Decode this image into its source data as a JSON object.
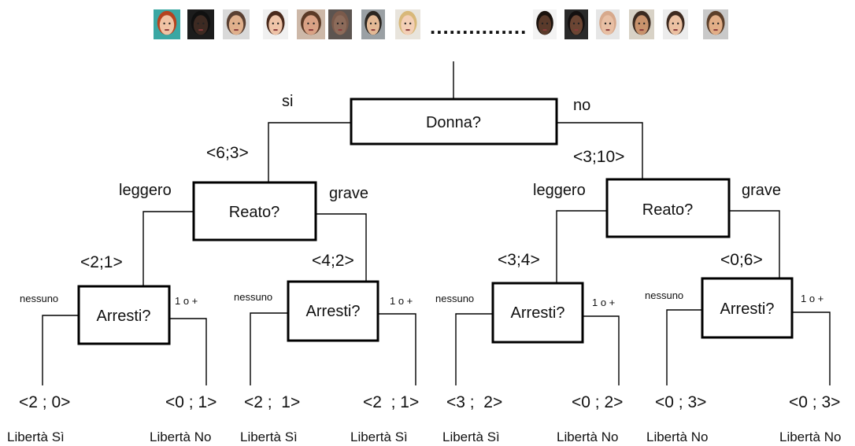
{
  "people_row": {
    "left_faces": [
      {
        "icon": "face-photo-red-hair-woman",
        "bg": "#3aa7a3",
        "skin": "#f0c3a4",
        "hair": "#b5431f"
      },
      {
        "icon": "face-photo-dark-man",
        "bg": "#1c1c1c",
        "skin": "#3d2a22",
        "hair": "#101010"
      },
      {
        "icon": "face-photo-bearded-man",
        "bg": "#d9d9d9",
        "skin": "#e0b08c",
        "hair": "#5a4032"
      },
      {
        "icon": "face-photo-brunette-woman",
        "bg": "#f0f0f0",
        "skin": "#efc4a8",
        "hair": "#4a2a1c"
      },
      {
        "icon": "face-photo-smiling-woman",
        "bg": "#cdb8a8",
        "skin": "#d9a184",
        "hair": "#5b3a26"
      },
      {
        "icon": "face-photo-bald-man",
        "bg": "#5c5450",
        "skin": "#8c6b5a",
        "hair": "#7a5a4b"
      },
      {
        "icon": "face-photo-dark-hair-man",
        "bg": "#9aa0a4",
        "skin": "#e3b995",
        "hair": "#2b2621"
      },
      {
        "icon": "face-photo-blonde-woman",
        "bg": "#e8e4dc",
        "skin": "#f3cfb6",
        "hair": "#d8b879"
      }
    ],
    "dots": "...............",
    "right_faces": [
      {
        "icon": "face-photo-curly-woman",
        "bg": "#f3f3f3",
        "skin": "#5a3a2a",
        "hair": "#1a120d"
      },
      {
        "icon": "face-photo-young-man",
        "bg": "#2a2a2a",
        "skin": "#6b4533",
        "hair": "#141010"
      },
      {
        "icon": "face-photo-bald-pale-man",
        "bg": "#e6e6e6",
        "skin": "#e8bfa4",
        "hair": "#d7a98c"
      },
      {
        "icon": "face-photo-smiling-man",
        "bg": "#d8d2c6",
        "skin": "#c8926c",
        "hair": "#3a2a20"
      },
      {
        "icon": "face-photo-laughing-woman",
        "bg": "#ececec",
        "skin": "#ecc1a2",
        "hair": "#3e2a1f"
      },
      {
        "icon": "face-photo-suit-man",
        "bg": "#c9c9c9",
        "skin": "#e2ae87",
        "hair": "#5c3f2a"
      }
    ]
  },
  "tree": {
    "root": {
      "label": "Donna?",
      "yes_label": "si",
      "no_label": "no"
    },
    "left": {
      "counts": "<6;3>",
      "label": "Reato?",
      "branch_left": "leggero",
      "branch_right": "grave",
      "children": [
        {
          "counts": "<2;1>",
          "label": "Arresti?",
          "branch_left": "nessuno",
          "branch_right": "1 o +",
          "leaves": [
            {
              "counts": "<2 ; 0>",
              "outcome": "Libertà Sì"
            },
            {
              "counts": "<0 ; 1>",
              "outcome": "Libertà No"
            }
          ]
        },
        {
          "counts": "<4;2>",
          "label": "Arresti?",
          "branch_left": "nessuno",
          "branch_right": "1 o +",
          "leaves": [
            {
              "counts": "<2 ;  1>",
              "outcome": "Libertà Sì"
            },
            {
              "counts": "<2  ; 1>",
              "outcome": "Libertà Sì"
            }
          ]
        }
      ]
    },
    "right": {
      "counts": "<3;10>",
      "label": "Reato?",
      "branch_left": "leggero",
      "branch_right": "grave",
      "children": [
        {
          "counts": "<3;4>",
          "label": "Arresti?",
          "branch_left": "nessuno",
          "branch_right": "1 o +",
          "leaves": [
            {
              "counts": "<3 ;  2>",
              "outcome": "Libertà Sì"
            },
            {
              "counts": "<0 ; 2>",
              "outcome": "Libertà No"
            }
          ]
        },
        {
          "counts": "<0;6>",
          "label": "Arresti?",
          "branch_left": "nessuno",
          "branch_right": "1 o +",
          "leaves": [
            {
              "counts": "<0 ; 3>",
              "outcome": "Libertà No"
            },
            {
              "counts": "<0 ; 3>",
              "outcome": "Libertà No"
            }
          ]
        }
      ]
    }
  }
}
